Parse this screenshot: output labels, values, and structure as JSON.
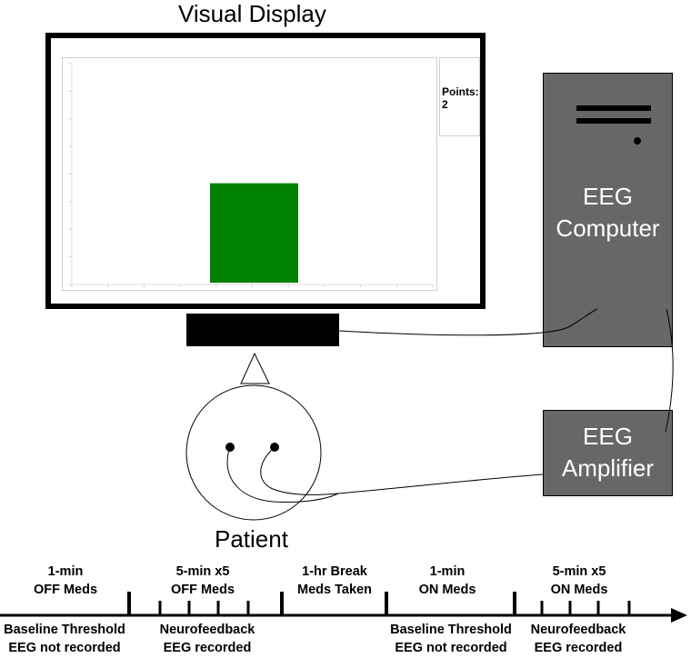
{
  "diagram": {
    "visual_display_label": "Visual Display",
    "points_label": "Points:",
    "points_value": "2",
    "eeg_computer_label": [
      "EEG",
      "Computer"
    ],
    "eeg_amplifier_label": [
      "EEG",
      "Amplifier"
    ],
    "patient_label": "Patient",
    "bar_level": 0.36
  },
  "timeline": {
    "top_labels": [
      [
        "1-min",
        "OFF Meds"
      ],
      [
        "5-min x5",
        "OFF Meds"
      ],
      [
        "1-hr Break",
        "Meds Taken"
      ],
      [
        "1-min",
        "ON Meds"
      ],
      [
        "5-min x5",
        "ON Meds"
      ]
    ],
    "bottom_labels": [
      [
        "Baseline Threshold",
        "EEG not recorded"
      ],
      [
        "Neurofeedback",
        "EEG recorded"
      ],
      [
        "Baseline Threshold",
        "EEG not recorded"
      ],
      [
        "Neurofeedback",
        "EEG recorded"
      ]
    ]
  },
  "colors": {
    "bar": "#008000",
    "computer_fill": "#676767",
    "outline": "#000000"
  }
}
